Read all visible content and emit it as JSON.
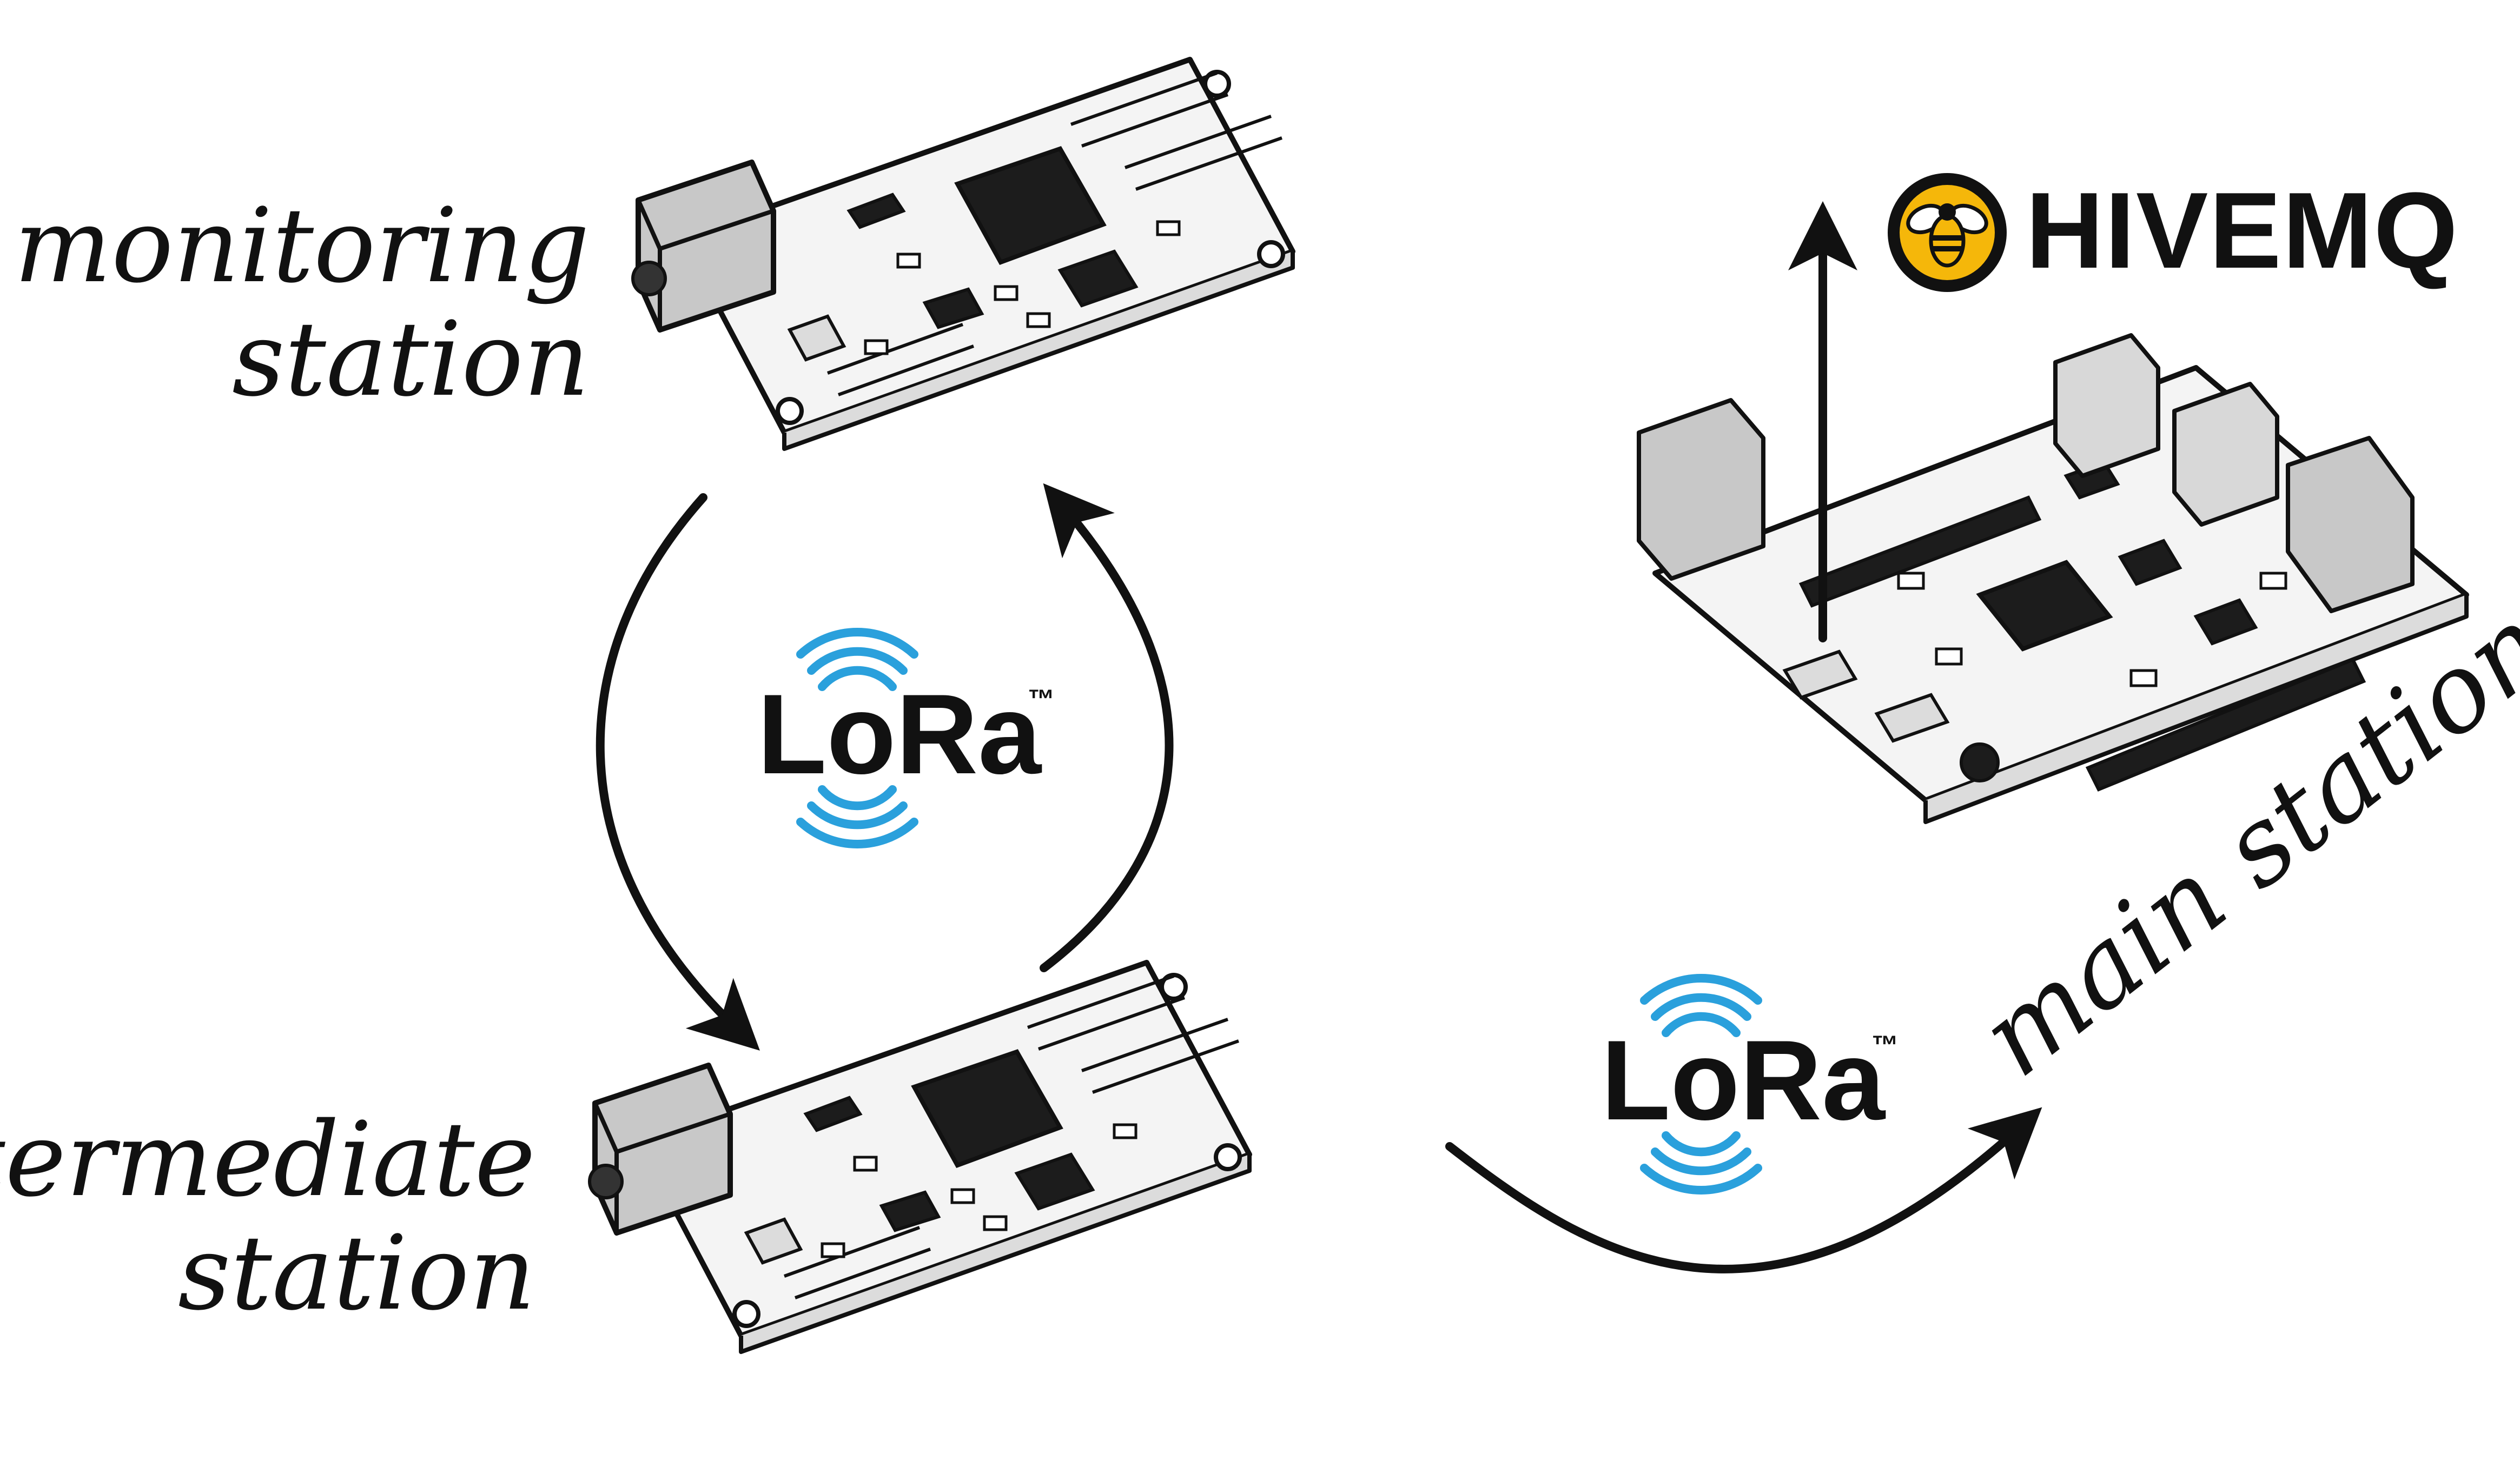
{
  "labels": {
    "monitoring_line1": "monitoring",
    "monitoring_line2": "station",
    "intermediate_line1": "intermediate",
    "intermediate_line2": "station",
    "main_station": "main station"
  },
  "lora": {
    "name": "LoRa",
    "trademark": "™",
    "wave_color": "#2aa0dc"
  },
  "broker": {
    "name": "HIVEMQ",
    "logo_color": "#f5b70a"
  },
  "colors": {
    "ink": "#111111",
    "board": "#f4f4f4",
    "chip": "#1c1c1c",
    "port": "#c8c8c8"
  },
  "icons": {
    "lora_waves": "lora-waves-icon",
    "hivemq_bee": "bee-icon"
  }
}
